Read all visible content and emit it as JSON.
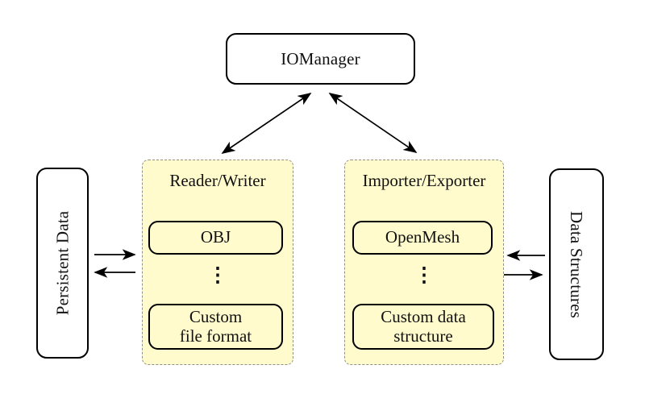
{
  "diagram": {
    "nodes": {
      "io_manager": "IOManager",
      "persistent_data": "Persistent Data",
      "data_structures": "Data Structures"
    },
    "reader_writer_panel": {
      "title": "Reader/Writer",
      "box1": "OBJ",
      "ellipsis": "⋮",
      "box2_line1": "Custom",
      "box2_line2": "file format"
    },
    "importer_exporter_panel": {
      "title": "Importer/Exporter",
      "box1": "OpenMesh",
      "ellipsis": "⋮",
      "box2_line1": "Custom data",
      "box2_line2": "structure"
    },
    "connections": [
      {
        "from": "IOManager",
        "to": "Reader/Writer",
        "type": "bidirectional"
      },
      {
        "from": "IOManager",
        "to": "Importer/Exporter",
        "type": "bidirectional"
      },
      {
        "from": "Persistent Data",
        "to": "Reader/Writer",
        "type": "one-way"
      },
      {
        "from": "Reader/Writer",
        "to": "Persistent Data",
        "type": "one-way"
      },
      {
        "from": "Data Structures",
        "to": "Importer/Exporter",
        "type": "one-way"
      },
      {
        "from": "Importer/Exporter",
        "to": "Data Structures",
        "type": "one-way"
      }
    ],
    "colors": {
      "panel_fill": "#FFFBCC",
      "panel_border": "#8f8f8f",
      "box_border": "#000000",
      "background": "#ffffff",
      "text": "#111111"
    }
  }
}
